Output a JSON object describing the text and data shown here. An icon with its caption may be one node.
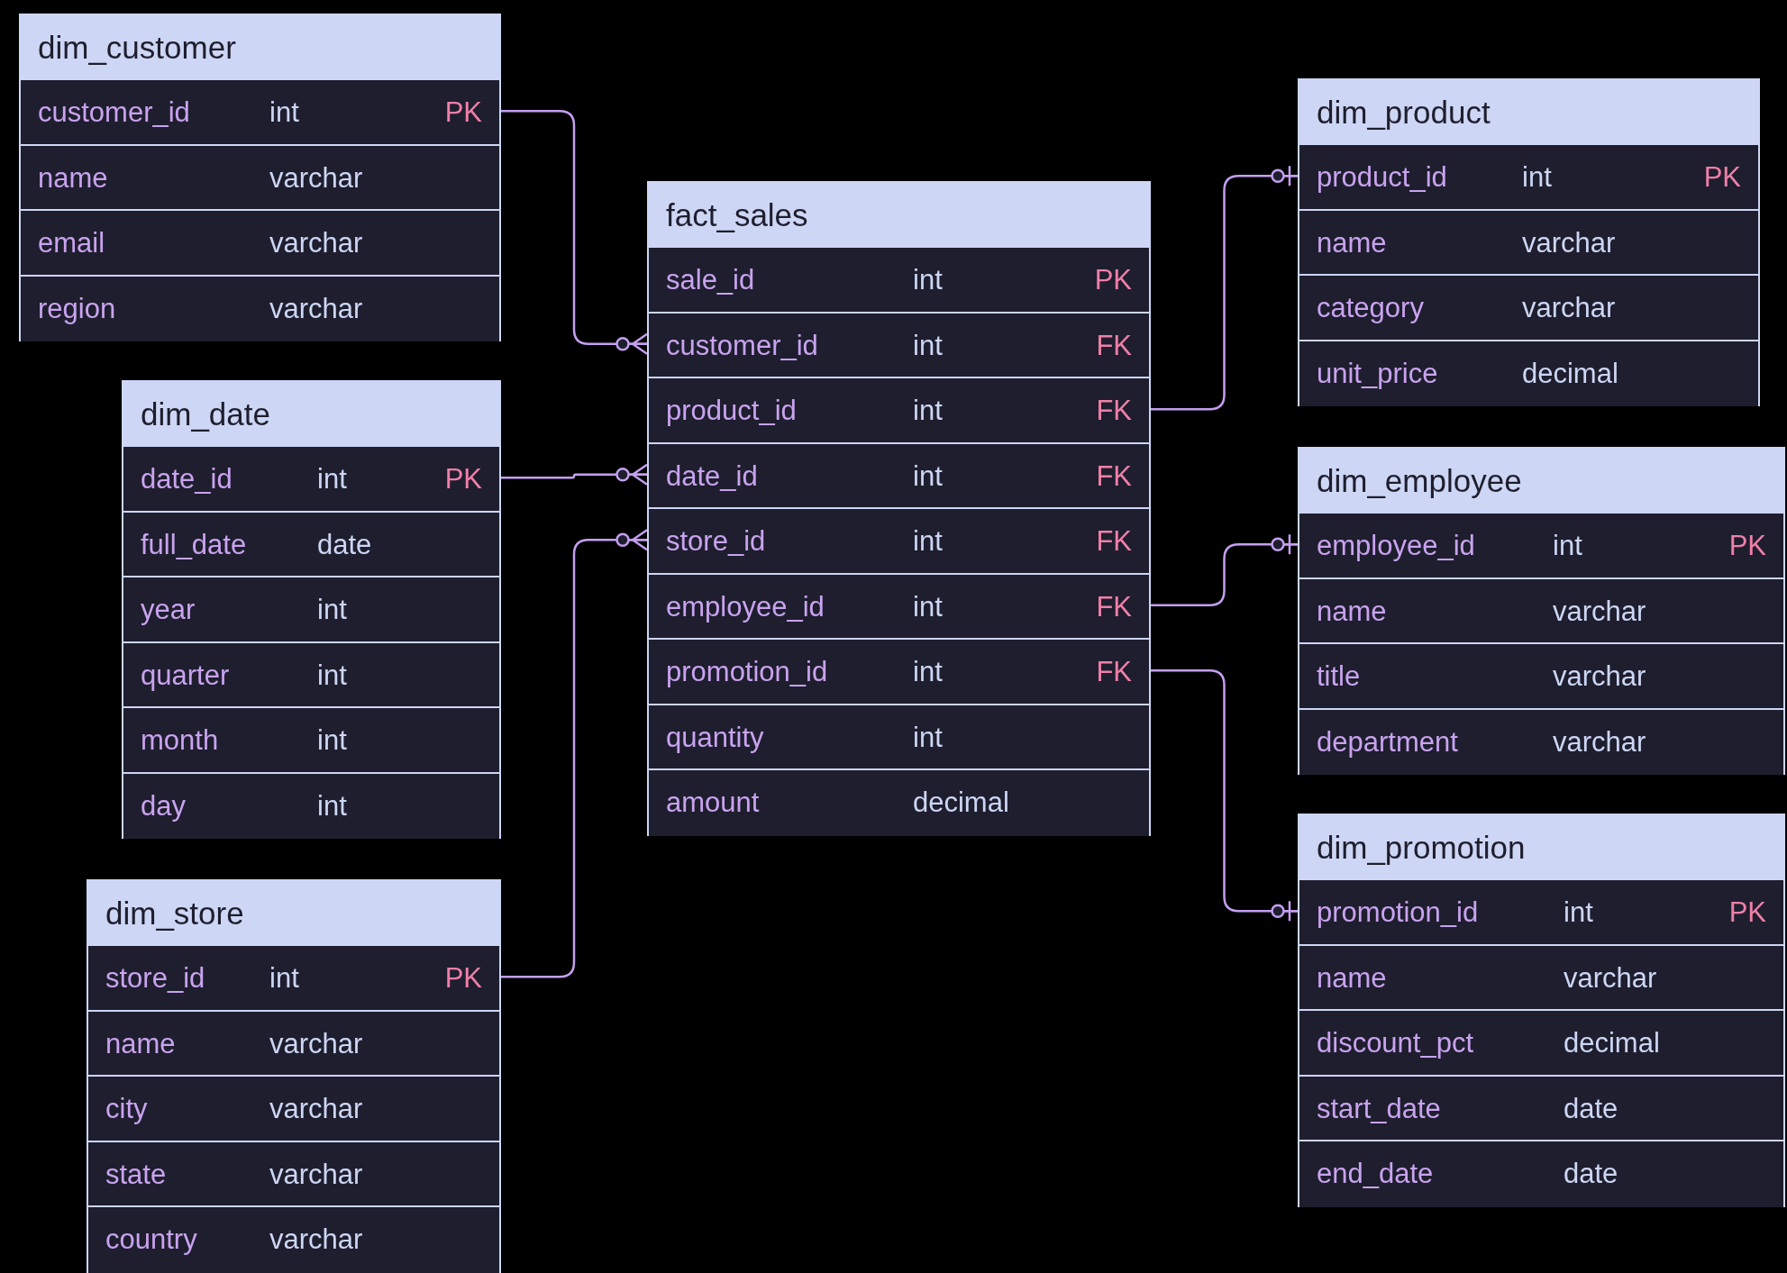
{
  "diagram": {
    "nodes": [
      {
        "text": [
          "dim_customer"
        ]
      },
      {
        "text": [
          "customer_id",
          "int",
          "PK"
        ],
        "in": 0
      },
      {
        "text": [
          "name",
          "varchar"
        ],
        "in": 0
      },
      {
        "text": [
          "email",
          "varchar"
        ],
        "in": 0
      },
      {
        "text": [
          "region",
          "varchar"
        ],
        "in": 0
      },
      {
        "text": [
          "dim_date"
        ]
      },
      {
        "text": [
          "date_id",
          "int",
          "PK"
        ],
        "in": 5
      },
      {
        "text": [
          "full_date",
          "date"
        ],
        "in": 5
      },
      {
        "text": [
          "year",
          "int"
        ],
        "in": 5
      },
      {
        "text": [
          "quarter",
          "int"
        ],
        "in": 5
      },
      {
        "text": [
          "month",
          "int"
        ],
        "in": 5
      },
      {
        "text": [
          "day",
          "int"
        ],
        "in": 5
      },
      {
        "text": [
          "dim_store"
        ]
      },
      {
        "text": [
          "store_id",
          "int",
          "PK"
        ],
        "in": 12
      },
      {
        "text": [
          "name",
          "varchar"
        ],
        "in": 12
      },
      {
        "text": [
          "city",
          "varchar"
        ],
        "in": 12
      },
      {
        "text": [
          "state",
          "varchar"
        ],
        "in": 12
      },
      {
        "text": [
          "country",
          "varchar"
        ],
        "in": 12
      },
      {
        "text": [
          "fact_sales"
        ]
      },
      {
        "text": [
          "sale_id",
          "int",
          "PK"
        ],
        "in": 18
      },
      {
        "text": [
          "customer_id",
          "int",
          "FK"
        ],
        "in": 18
      },
      {
        "text": [
          "product_id",
          "int",
          "FK"
        ],
        "in": 18
      },
      {
        "text": [
          "date_id",
          "int",
          "FK"
        ],
        "in": 18
      },
      {
        "text": [
          "store_id",
          "int",
          "FK"
        ],
        "in": 18
      },
      {
        "text": [
          "employee_id",
          "int",
          "FK"
        ],
        "in": 18
      },
      {
        "text": [
          "promotion_id",
          "int",
          "FK"
        ],
        "in": 18
      },
      {
        "text": [
          "quantity",
          "int"
        ],
        "in": 18
      },
      {
        "text": [
          "amount",
          "decimal"
        ],
        "in": 18
      },
      {
        "text": [
          "dim_product"
        ]
      },
      {
        "text": [
          "product_id",
          "int",
          "PK"
        ],
        "in": 28
      },
      {
        "text": [
          "name",
          "varchar"
        ],
        "in": 28
      },
      {
        "text": [
          "category",
          "varchar"
        ],
        "in": 28
      },
      {
        "text": [
          "unit_price",
          "decimal"
        ],
        "in": 28
      },
      {
        "text": [
          "dim_employee"
        ]
      },
      {
        "text": [
          "employee_id",
          "int",
          "PK"
        ],
        "in": 33
      },
      {
        "text": [
          "name",
          "varchar"
        ],
        "in": 33
      },
      {
        "text": [
          "title",
          "varchar"
        ],
        "in": 33
      },
      {
        "text": [
          "department",
          "varchar"
        ],
        "in": 33
      },
      {
        "text": [
          "dim_promotion"
        ]
      },
      {
        "text": [
          "promotion_id",
          "int",
          "PK"
        ],
        "in": 38
      },
      {
        "text": [
          "name",
          "varchar"
        ],
        "in": 38
      },
      {
        "text": [
          "discount_pct",
          "decimal"
        ],
        "in": 38
      },
      {
        "text": [
          "start_date",
          "date"
        ],
        "in": 38
      },
      {
        "text": [
          "end_date",
          "date"
        ],
        "in": 38
      }
    ],
    "edges": [
      {
        "from": 1,
        "to": 20,
        "arrow": "other"
      },
      {
        "from": 6,
        "to": 22,
        "arrow": "other"
      },
      {
        "from": 13,
        "to": 23,
        "arrow": "other"
      },
      {
        "from": 21,
        "to": 29,
        "arrow": "other"
      },
      {
        "from": 24,
        "to": 34,
        "arrow": "other"
      },
      {
        "from": 25,
        "to": 39,
        "arrow": "other"
      }
    ]
  }
}
